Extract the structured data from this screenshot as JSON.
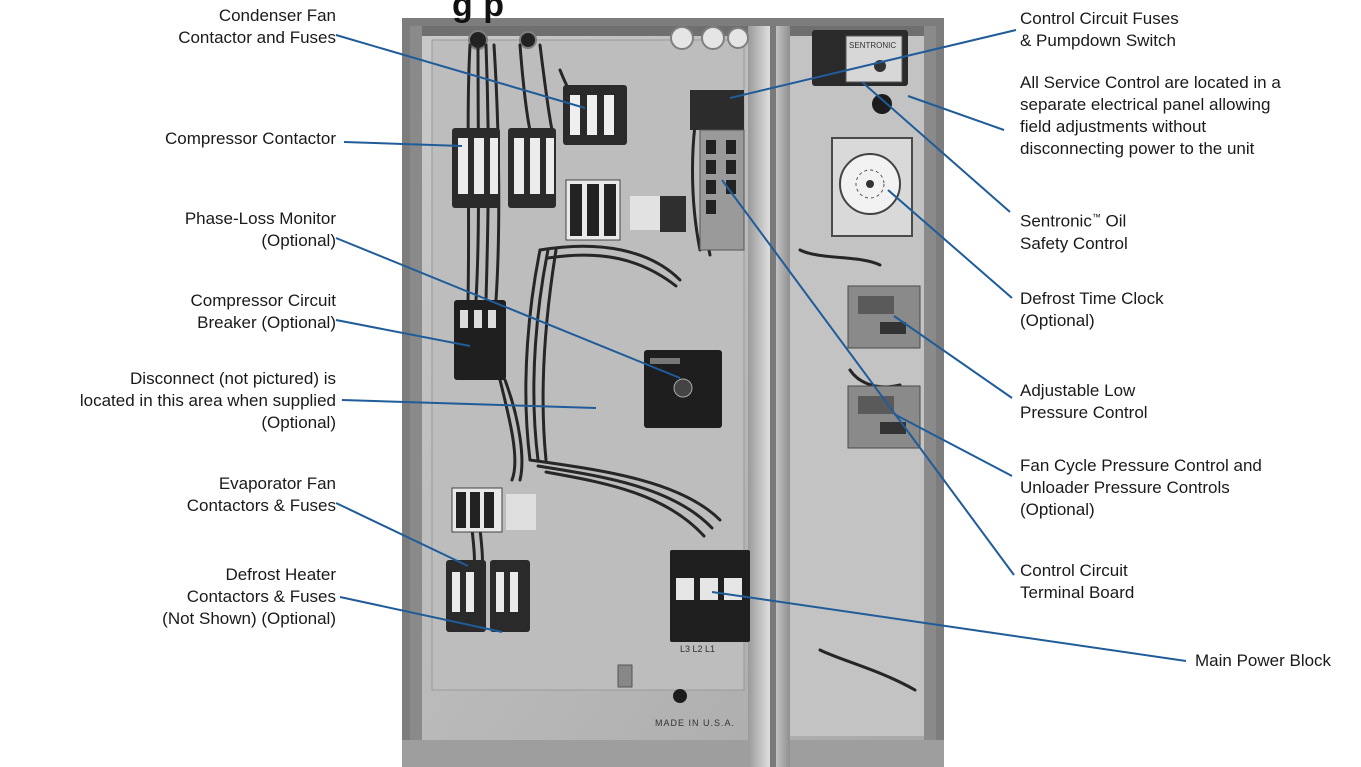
{
  "title_fragment": "g      p",
  "labels": {
    "condenser_fan": [
      "Condenser Fan",
      "Contactor and Fuses"
    ],
    "compressor_contactor": [
      "Compressor Contactor"
    ],
    "phase_loss": [
      "Phase-Loss Monitor",
      "(Optional)"
    ],
    "compressor_breaker": [
      "Compressor Circuit",
      "Breaker (Optional)"
    ],
    "disconnect": [
      "Disconnect (not pictured) is",
      "located in this area when supplied",
      "(Optional)"
    ],
    "evap_fan": [
      "Evaporator Fan",
      "Contactors & Fuses"
    ],
    "defrost_heater": [
      "Defrost Heater",
      "Contactors & Fuses",
      "(Not Shown) (Optional)"
    ],
    "control_fuses": [
      "Control Circuit Fuses",
      "& Pumpdown Switch"
    ],
    "service_controls": [
      "All Service Control are located in a",
      "separate electrical panel allowing",
      "field adjustments without",
      "disconnecting power to the unit"
    ],
    "sentronic_oil": [
      "Sentronic",
      "™",
      " Oil",
      "Safety Control"
    ],
    "defrost_clock": [
      "Defrost Time Clock",
      "(Optional)"
    ],
    "low_pressure": [
      "Adjustable Low",
      "Pressure Control"
    ],
    "fan_cycle": [
      "Fan Cycle Pressure Control and",
      "Unloader Pressure Controls",
      "(Optional)"
    ],
    "terminal_board": [
      "Control Circuit",
      "Terminal Board"
    ],
    "main_power": [
      "Main Power Block"
    ]
  },
  "photo_text": {
    "sentronic_plate": "SENTRONIC",
    "phase_markers": "L3 L2 L1",
    "made_in": "MADE IN U.S.A."
  },
  "colors": {
    "leader": "#1f5c99",
    "panel": "#b9b9b9",
    "panel_dark": "#8c8c8c",
    "text": "#1a1a1a"
  }
}
